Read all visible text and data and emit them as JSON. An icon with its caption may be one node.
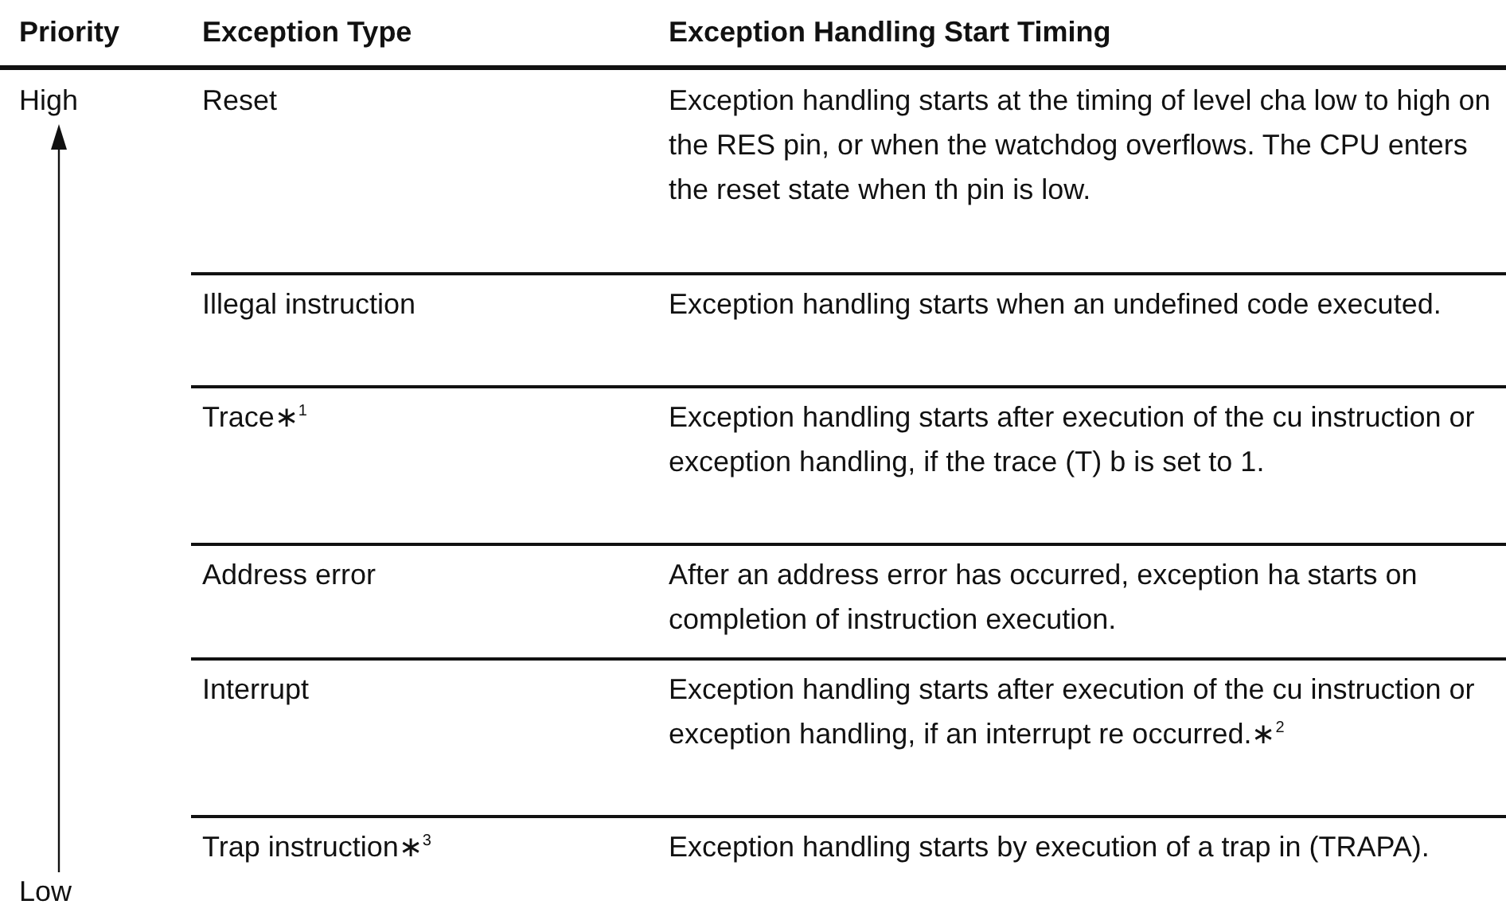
{
  "diagram": {
    "labels": [
      "Priority",
      "Exception Type",
      "Exception Handling Start Timing",
      "High",
      "Reset",
      "Exception handling starts at the timing of level cha low to high on the RES pin, or when the watchdog overflows. The CPU enters the reset state when th pin is low.",
      "Illegal instruction",
      "Exception handling starts when an undefined code executed.",
      "Trace∗$^{1}$",
      "Exception handling starts after execution of the cu instruction or exception handling, if the trace (T) b is set to 1.",
      "Address error",
      "After an address error has occurred, exception ha starts on completion of instruction execution.",
      "Interrupt",
      "Exception handling starts after execution of the cu instruction or exception handling, if an interrupt re occurred.∗$^{2}$",
      "Trap instruction∗$^{3}$",
      "Exception handling starts by execution of a trap in (TRAPA).",
      "Low"
    ]
  }
}
